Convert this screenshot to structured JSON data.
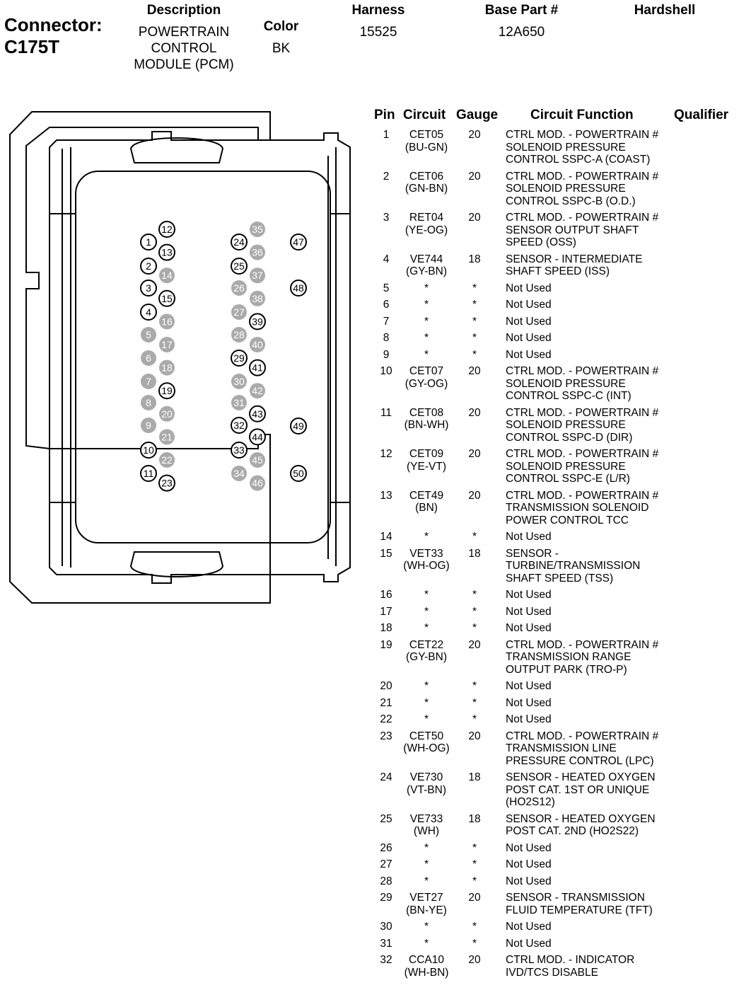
{
  "header": {
    "connector_label": "Connector:",
    "connector_id": "C175T",
    "description_label": "Description",
    "description_value": "POWERTRAIN\nCONTROL\nMODULE (PCM)",
    "color_label": "Color",
    "color_value": "BK",
    "harness_label": "Harness",
    "harness_value": "15525",
    "base_part_label": "Base Part #",
    "base_part_value": "12A650",
    "hardshell_label": "Hardshell"
  },
  "table_headers": {
    "pin": "Pin",
    "circuit": "Circuit",
    "gauge": "Gauge",
    "function": "Circuit Function",
    "qualifier": "Qualifier"
  },
  "rows": [
    {
      "pin": "1",
      "circuit": "CET05\n(BU-GN)",
      "gauge": "20",
      "function": "CTRL MOD. - POWERTRAIN #\nSOLENOID PRESSURE\nCONTROL SSPC-A (COAST)"
    },
    {
      "pin": "2",
      "circuit": "CET06\n(GN-BN)",
      "gauge": "20",
      "function": "CTRL MOD. - POWERTRAIN #\nSOLENOID PRESSURE\nCONTROL SSPC-B (O.D.)"
    },
    {
      "pin": "3",
      "circuit": "RET04\n(YE-OG)",
      "gauge": "20",
      "function": "CTRL MOD. - POWERTRAIN #\nSENSOR OUTPUT SHAFT\nSPEED (OSS)"
    },
    {
      "pin": "4",
      "circuit": "VE744\n(GY-BN)",
      "gauge": "18",
      "function": "SENSOR - INTERMEDIATE\nSHAFT SPEED (ISS)"
    },
    {
      "pin": "5",
      "circuit": "*",
      "gauge": "*",
      "function": "Not Used"
    },
    {
      "pin": "6",
      "circuit": "*",
      "gauge": "*",
      "function": "Not Used"
    },
    {
      "pin": "7",
      "circuit": "*",
      "gauge": "*",
      "function": "Not Used"
    },
    {
      "pin": "8",
      "circuit": "*",
      "gauge": "*",
      "function": "Not Used"
    },
    {
      "pin": "9",
      "circuit": "*",
      "gauge": "*",
      "function": "Not Used"
    },
    {
      "pin": "10",
      "circuit": "CET07\n(GY-OG)",
      "gauge": "20",
      "function": "CTRL MOD. - POWERTRAIN #\nSOLENOID PRESSURE\nCONTROL SSPC-C (INT)"
    },
    {
      "pin": "11",
      "circuit": "CET08\n(BN-WH)",
      "gauge": "20",
      "function": "CTRL MOD. - POWERTRAIN #\nSOLENOID PRESSURE\nCONTROL SSPC-D (DIR)"
    },
    {
      "pin": "12",
      "circuit": "CET09\n(YE-VT)",
      "gauge": "20",
      "function": "CTRL MOD. - POWERTRAIN #\nSOLENOID PRESSURE\nCONTROL SSPC-E (L/R)"
    },
    {
      "pin": "13",
      "circuit": "CET49\n(BN)",
      "gauge": "20",
      "function": "CTRL MOD. - POWERTRAIN #\nTRANSMISSION SOLENOID\nPOWER CONTROL TCC"
    },
    {
      "pin": "14",
      "circuit": "*",
      "gauge": "*",
      "function": "Not Used"
    },
    {
      "pin": "15",
      "circuit": "VET33\n(WH-OG)",
      "gauge": "18",
      "function": "SENSOR -\nTURBINE/TRANSMISSION\nSHAFT SPEED (TSS)"
    },
    {
      "pin": "16",
      "circuit": "*",
      "gauge": "*",
      "function": "Not Used"
    },
    {
      "pin": "17",
      "circuit": "*",
      "gauge": "*",
      "function": "Not Used"
    },
    {
      "pin": "18",
      "circuit": "*",
      "gauge": "*",
      "function": "Not Used"
    },
    {
      "pin": "19",
      "circuit": "CET22\n(GY-BN)",
      "gauge": "20",
      "function": "CTRL MOD. - POWERTRAIN #\nTRANSMISSION RANGE\nOUTPUT PARK (TRO-P)"
    },
    {
      "pin": "20",
      "circuit": "*",
      "gauge": "*",
      "function": "Not Used"
    },
    {
      "pin": "21",
      "circuit": "*",
      "gauge": "*",
      "function": "Not Used"
    },
    {
      "pin": "22",
      "circuit": "*",
      "gauge": "*",
      "function": "Not Used"
    },
    {
      "pin": "23",
      "circuit": "CET50\n(WH-OG)",
      "gauge": "20",
      "function": "CTRL MOD. - POWERTRAIN #\nTRANSMISSION LINE\nPRESSURE CONTROL (LPC)"
    },
    {
      "pin": "24",
      "circuit": "VE730\n(VT-BN)",
      "gauge": "18",
      "function": "SENSOR - HEATED OXYGEN\nPOST CAT. 1ST OR UNIQUE\n(HO2S12)"
    },
    {
      "pin": "25",
      "circuit": "VE733\n(WH)",
      "gauge": "18",
      "function": "SENSOR - HEATED OXYGEN\nPOST CAT. 2ND (HO2S22)"
    },
    {
      "pin": "26",
      "circuit": "*",
      "gauge": "*",
      "function": "Not Used"
    },
    {
      "pin": "27",
      "circuit": "*",
      "gauge": "*",
      "function": "Not Used"
    },
    {
      "pin": "28",
      "circuit": "*",
      "gauge": "*",
      "function": "Not Used"
    },
    {
      "pin": "29",
      "circuit": "VET27\n(BN-YE)",
      "gauge": "20",
      "function": "SENSOR - TRANSMISSION\nFLUID TEMPERATURE (TFT)"
    },
    {
      "pin": "30",
      "circuit": "*",
      "gauge": "*",
      "function": "Not Used"
    },
    {
      "pin": "31",
      "circuit": "*",
      "gauge": "*",
      "function": "Not Used"
    },
    {
      "pin": "32",
      "circuit": "CCA10\n(WH-BN)",
      "gauge": "20",
      "function": "CTRL MOD. - INDICATOR\nIVD/TCS DISABLE"
    }
  ],
  "connector_pins": [
    {
      "label": "1",
      "used": true
    },
    {
      "label": "2",
      "used": true
    },
    {
      "label": "3",
      "used": true
    },
    {
      "label": "4",
      "used": true
    },
    {
      "label": "5",
      "used": false
    },
    {
      "label": "6",
      "used": false
    },
    {
      "label": "7",
      "used": false
    },
    {
      "label": "8",
      "used": false
    },
    {
      "label": "9",
      "used": false
    },
    {
      "label": "10",
      "used": true
    },
    {
      "label": "11",
      "used": true
    },
    {
      "label": "12",
      "used": true
    },
    {
      "label": "13",
      "used": true
    },
    {
      "label": "14",
      "used": false
    },
    {
      "label": "15",
      "used": true
    },
    {
      "label": "16",
      "used": false
    },
    {
      "label": "17",
      "used": false
    },
    {
      "label": "18",
      "used": false
    },
    {
      "label": "19",
      "used": true
    },
    {
      "label": "20",
      "used": false
    },
    {
      "label": "21",
      "used": false
    },
    {
      "label": "22",
      "used": false
    },
    {
      "label": "23",
      "used": true
    },
    {
      "label": "24",
      "used": true
    },
    {
      "label": "25",
      "used": true
    },
    {
      "label": "26",
      "used": false
    },
    {
      "label": "27",
      "used": false
    },
    {
      "label": "28",
      "used": false
    },
    {
      "label": "29",
      "used": true
    },
    {
      "label": "30",
      "used": false
    },
    {
      "label": "31",
      "used": false
    },
    {
      "label": "32",
      "used": true
    },
    {
      "label": "33",
      "used": true
    },
    {
      "label": "34",
      "used": false
    },
    {
      "label": "35",
      "used": false
    },
    {
      "label": "36",
      "used": false
    },
    {
      "label": "37",
      "used": false
    },
    {
      "label": "38",
      "used": false
    },
    {
      "label": "39",
      "used": true
    },
    {
      "label": "40",
      "used": false
    },
    {
      "label": "41",
      "used": true
    },
    {
      "label": "42",
      "used": false
    },
    {
      "label": "43",
      "used": true
    },
    {
      "label": "44",
      "used": true
    },
    {
      "label": "45",
      "used": false
    },
    {
      "label": "46",
      "used": false
    },
    {
      "label": "47",
      "used": true
    },
    {
      "label": "48",
      "used": true
    },
    {
      "label": "49",
      "used": true
    },
    {
      "label": "50",
      "used": true
    }
  ]
}
